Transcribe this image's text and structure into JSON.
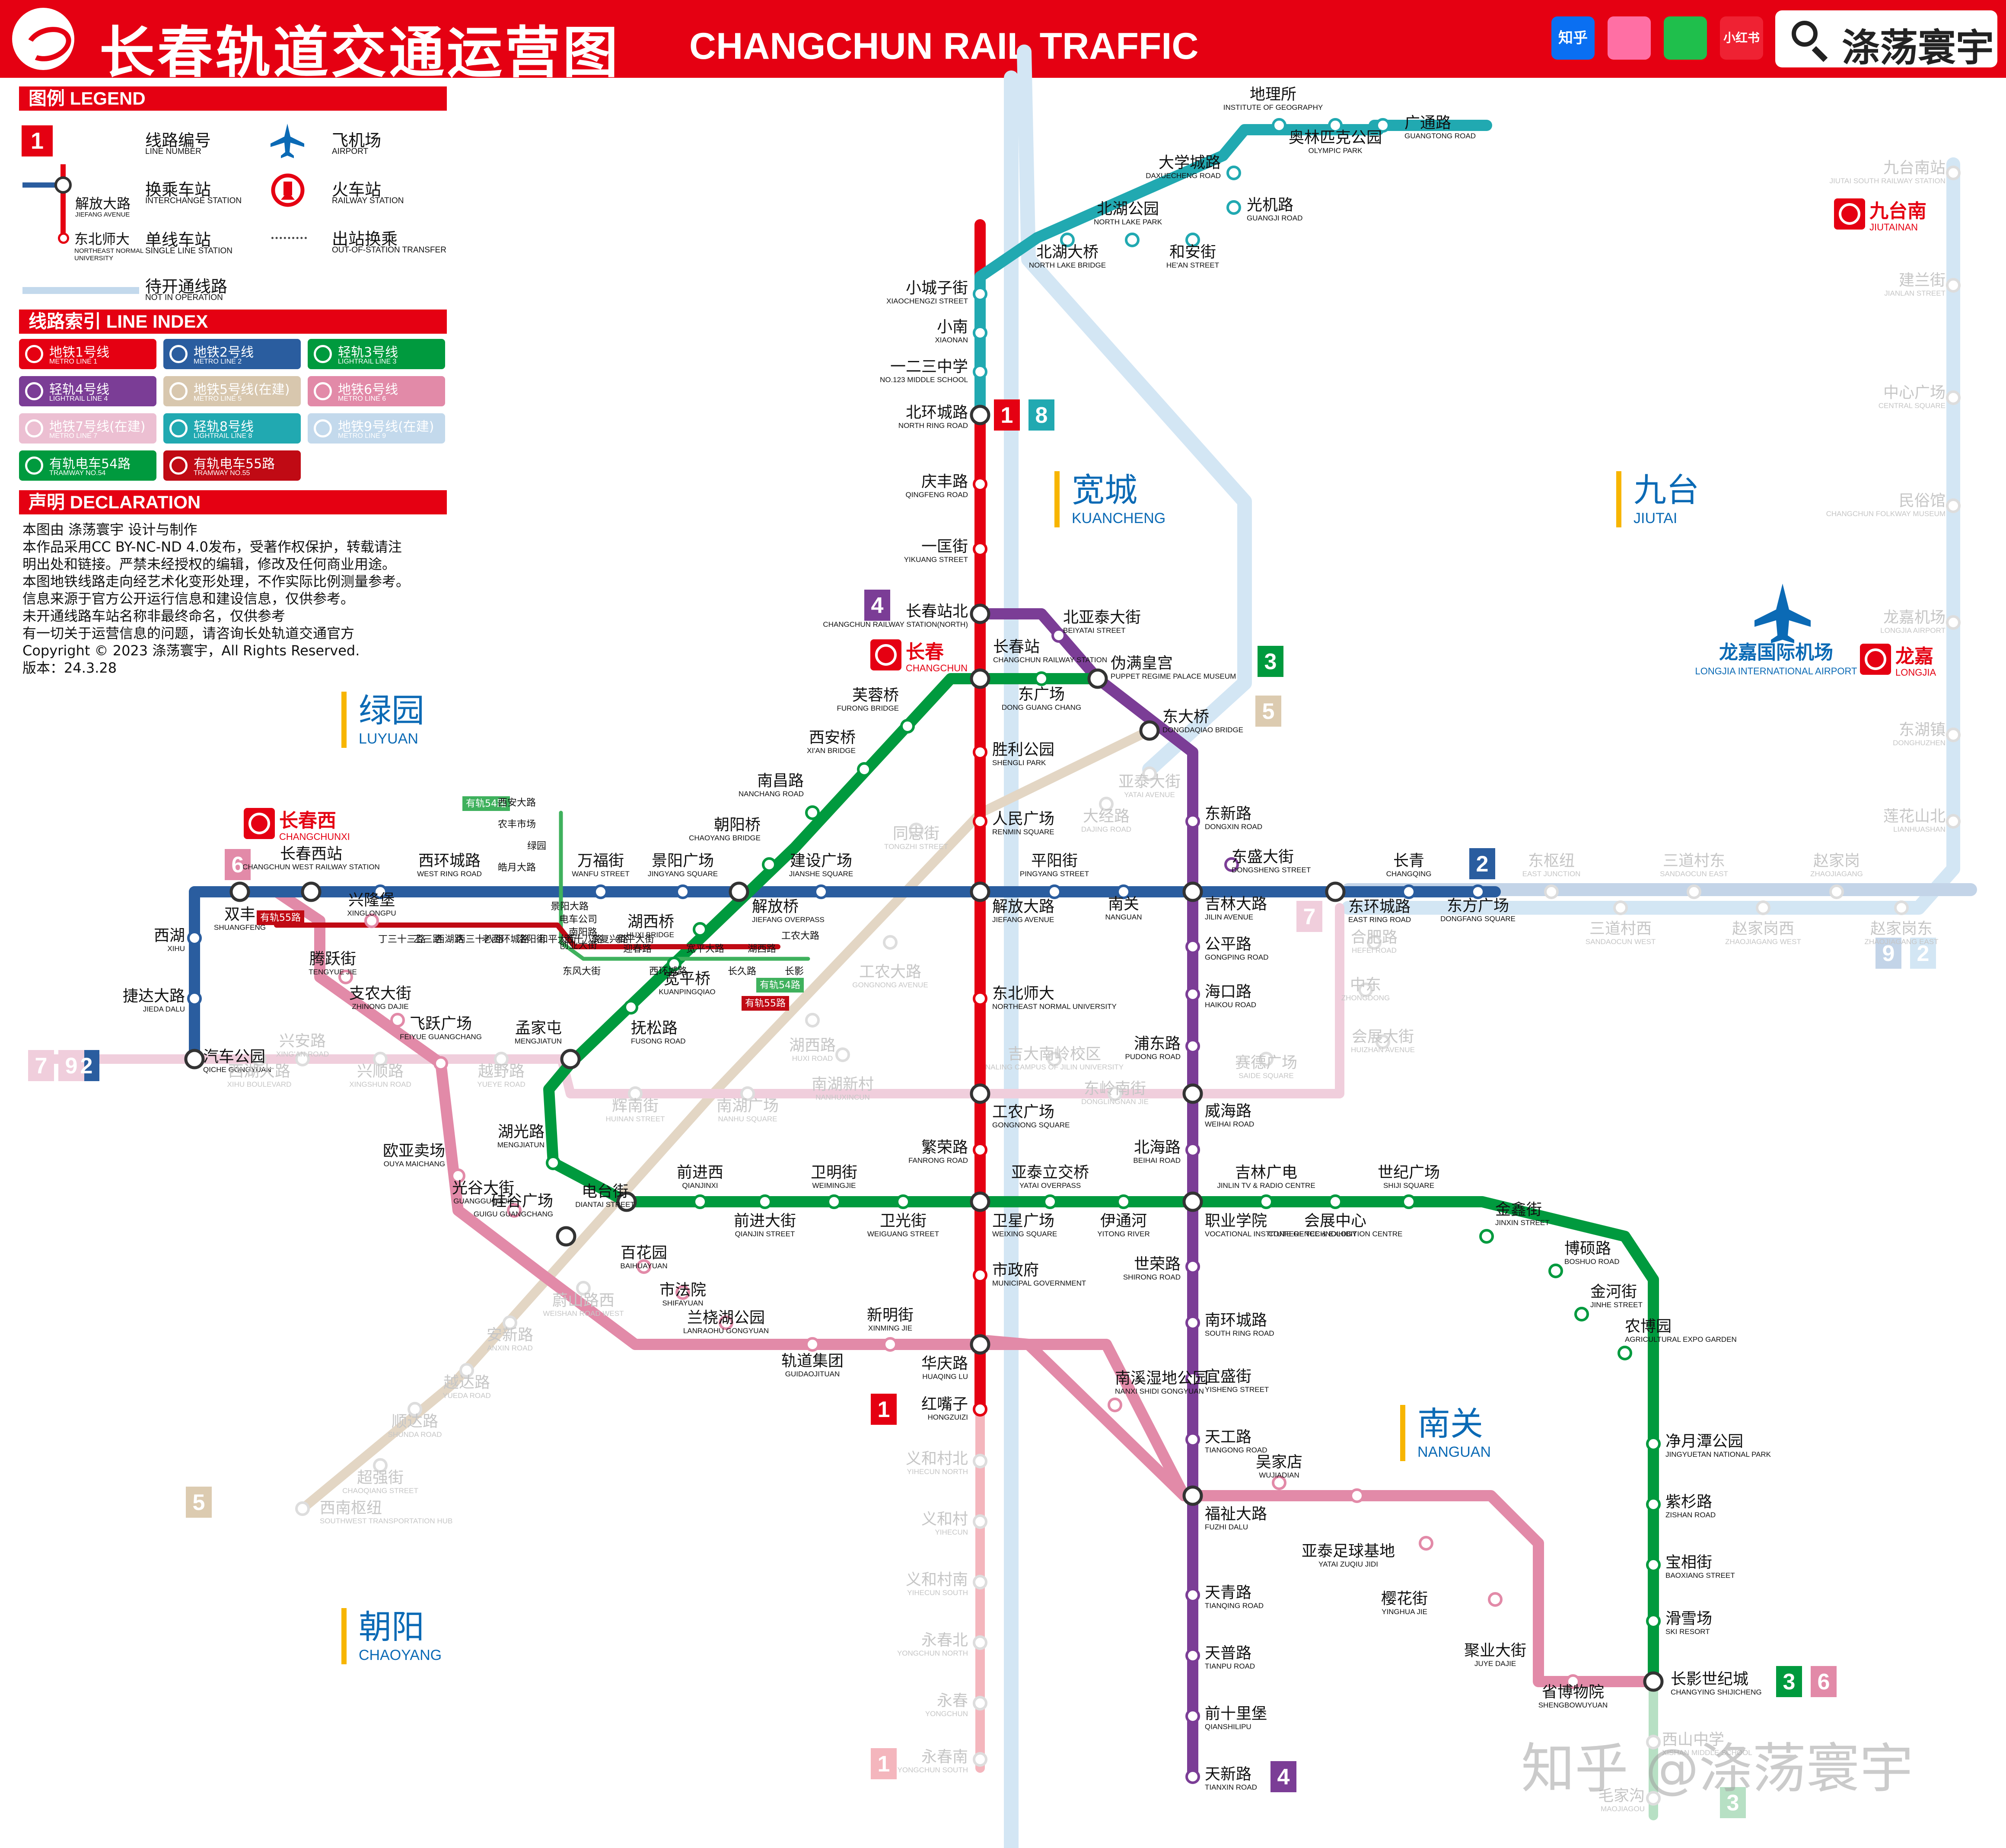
{
  "header": {
    "title_cn": "长春轨道交通运营图",
    "title_en": "CHANGCHUN RAIL TRAFFIC",
    "social": [
      {
        "label": "知乎",
        "color": "#0a6ff2"
      },
      {
        "label": "",
        "color": "#ff6fa4"
      },
      {
        "label": "",
        "color": "#1fbf4c"
      },
      {
        "label": "小红书",
        "color": "#ef2233"
      }
    ],
    "brand": "涤荡寰宇"
  },
  "legend": {
    "title": "图例 LEGEND",
    "items": {
      "line_number": {
        "cn": "线路编号",
        "en": "LINE NUMBER"
      },
      "interchange": {
        "cn": "换乘车站",
        "en": "INTERCHANGE STATION"
      },
      "interchange_sample": {
        "cn": "解放大路",
        "en": "JIEFANG AVENUE"
      },
      "single": {
        "cn": "单线车站",
        "en": "SINGLE LINE STATION"
      },
      "single_sample": {
        "cn": "东北师大",
        "en": "NORTHEAST NORMAL UNIVERSITY"
      },
      "airport": {
        "cn": "飞机场",
        "en": "AIRPORT"
      },
      "railway": {
        "cn": "火车站",
        "en": "RAILWAY STATION"
      },
      "transfer": {
        "cn": "出站换乘",
        "en": "OUT-OF-STATION TRANSFER"
      },
      "planned": {
        "cn": "待开通线路",
        "en": "NOT IN OPERATION"
      }
    }
  },
  "line_index": {
    "title": "线路索引 LINE INDEX",
    "entries": [
      {
        "cn": "地铁1号线",
        "en": "METRO LINE 1",
        "color": "#e50012"
      },
      {
        "cn": "地铁2号线",
        "en": "METRO LINE 2",
        "color": "#2a5d9f"
      },
      {
        "cn": "轻轨3号线",
        "en": "LIGHTRAIL LINE 3",
        "color": "#009a3e"
      },
      {
        "cn": "轻轨4号线",
        "en": "LIGHTRAIL LINE 4",
        "color": "#7b3d96"
      },
      {
        "cn": "地铁5号线(在建)",
        "en": "METRO LINE 5",
        "color": "#d8c7ae"
      },
      {
        "cn": "地铁6号线",
        "en": "METRO LINE 6",
        "color": "#e28aa8"
      },
      {
        "cn": "地铁7号线(在建)",
        "en": "METRO LINE 7",
        "color": "#ecbfd2"
      },
      {
        "cn": "轻轨8号线",
        "en": "LIGHTRAIL LINE 8",
        "color": "#21a9b1"
      },
      {
        "cn": "地铁9号线(在建)",
        "en": "METRO LINE 9",
        "color": "#c3d9ec"
      },
      {
        "cn": "有轨电车54路",
        "en": "TRAMWAY NO.54",
        "color": "#009a3e"
      },
      {
        "cn": "有轨电车55路",
        "en": "TRAMWAY NO.55",
        "color": "#c00a14"
      }
    ]
  },
  "declaration": {
    "title": "声明 DECLARATION",
    "lines": [
      "本图由 涤荡寰宇 设计与制作",
      "本作品采用CC BY-NC-ND 4.0发布，受著作权保护，转载请注",
      "明出处和链接。严禁未经授权的编辑，修改及任何商业用途。",
      "本图地铁线路走向经艺术化变形处理，不作实际比例测量参考。",
      "信息来源于官方公开运行信息和建设信息，仅供参考。",
      "未开通线路车站名称非最终命名，仅供参考",
      "有一切关于运营信息的问题，请咨询长处轨道交通官方",
      "Copyright © 2023 涤荡寰宇，All Rights Reserved.",
      "版本：24.3.28"
    ]
  },
  "colors": {
    "line1": "#e50012",
    "line1_planned": "#f4b6bd",
    "line2": "#2a5d9f",
    "line2_planned": "#c3d4e8",
    "line3": "#009a3e",
    "line3_planned": "#b7e0c4",
    "line4": "#7b3d96",
    "line5": "#e3d6c4",
    "line6": "#e28aa8",
    "line7": "#f0cedc",
    "line8": "#21a9b1",
    "line9": "#d3e6f4",
    "tram54": "#3fb15d",
    "tram55": "#c00a14",
    "district": "#0b6ab5",
    "district_bar": "#f7b500"
  },
  "districts": [
    {
      "cn": "宽城",
      "en": "KUANCHENG"
    },
    {
      "cn": "九台",
      "en": "JIUTAI"
    },
    {
      "cn": "绿园",
      "en": "LUYUAN"
    },
    {
      "cn": "南关",
      "en": "NANGUAN"
    },
    {
      "cn": "朝阳",
      "en": "CHAOYANG"
    }
  ],
  "airport": {
    "cn": "龙嘉国际机场",
    "en": "LONGJIA INTERNATIONAL AIRPORT"
  },
  "railway_stations": [
    {
      "cn": "长春",
      "en": "CHANGCHUN"
    },
    {
      "cn": "长春西",
      "en": "CHANGCHUNXI"
    },
    {
      "cn": "九台南",
      "en": "JIUTAINAN"
    },
    {
      "cn": "龙嘉",
      "en": "LONGJIA"
    }
  ],
  "line_badges": [
    "1",
    "8",
    "4",
    "3",
    "5",
    "2",
    "6",
    "7",
    "2",
    "9",
    "2",
    "9",
    "5",
    "1",
    "3",
    "6",
    "4",
    "1",
    "3",
    "7"
  ],
  "trams": {
    "t54": "有轨54路",
    "t55": "有轨55路"
  },
  "stations": {
    "l8_1": {
      "cn": "地理所",
      "en": "INSTITUTE OF GEOGRAPHY"
    },
    "l8_2": {
      "cn": "奥林匹克公园",
      "en": "OLYMPIC PARK"
    },
    "l8_3": {
      "cn": "广通路",
      "en": "GUANGTONG ROAD"
    },
    "l8_4": {
      "cn": "大学城路",
      "en": "DAXUECHENG ROAD"
    },
    "l8_5": {
      "cn": "光机路",
      "en": "GUANGJI ROAD"
    },
    "l8_6": {
      "cn": "北湖公园",
      "en": "NORTH LAKE PARK"
    },
    "l8_7": {
      "cn": "北湖大桥",
      "en": "NORTH LAKE BRIDGE"
    },
    "l8_8": {
      "cn": "和安街",
      "en": "HE'AN STREET"
    },
    "l8_9": {
      "cn": "小城子街",
      "en": "XIAOCHENGZI STREET"
    },
    "l8_10": {
      "cn": "小南",
      "en": "XIAONAN"
    },
    "l8_11": {
      "cn": "一二三中学",
      "en": "NO.123 MIDDLE SCHOOL"
    },
    "l1_1": {
      "cn": "北环城路",
      "en": "NORTH RING ROAD"
    },
    "l1_2": {
      "cn": "庆丰路",
      "en": "QINGFENG ROAD"
    },
    "l1_3": {
      "cn": "一匡街",
      "en": "YIKUANG STREET"
    },
    "l1_4": {
      "cn": "长春站北",
      "en": "CHANGCHUN RAILWAY STATION(NORTH)"
    },
    "l1_5": {
      "cn": "长春站",
      "en": "CHANGCHUN RAILWAY STATION"
    },
    "l1_6": {
      "cn": "胜利公园",
      "en": "SHENGLI PARK"
    },
    "l1_7": {
      "cn": "人民广场",
      "en": "RENMIN SQUARE"
    },
    "l1_8": {
      "cn": "解放大路",
      "en": "JIEFANG AVENUE"
    },
    "l1_9": {
      "cn": "东北师大",
      "en": "NORTHEAST NORMAL UNIVERSITY"
    },
    "l1_10": {
      "cn": "工农广场",
      "en": "GONGNONG SQUARE"
    },
    "l1_11": {
      "cn": "繁荣路",
      "en": "FANRONG ROAD"
    },
    "l1_12": {
      "cn": "卫星广场",
      "en": "WEIXING SQUARE"
    },
    "l1_13": {
      "cn": "市政府",
      "en": "MUNICIPAL GOVERNMENT"
    },
    "l1_14": {
      "cn": "华庆路",
      "en": "HUAQING LU"
    },
    "l1_15": {
      "cn": "红嘴子",
      "en": "HONGZUIZI"
    },
    "l4_1": {
      "cn": "北亚泰大街",
      "en": "BEIYATAI STREET"
    },
    "l4_2": {
      "cn": "伪满皇宫",
      "en": "PUPPET REGIME PALACE MUSEUM"
    },
    "l4_3": {
      "cn": "东大桥",
      "en": "DONGDAQIAO BRIDGE"
    },
    "l4_4": {
      "cn": "东新路",
      "en": "DONGXIN ROAD"
    },
    "l4_5": {
      "cn": "东盛大街",
      "en": "DONGSHENG STREET"
    },
    "l4_6": {
      "cn": "吉林大路",
      "en": "JILIN AVENUE"
    },
    "l4_7": {
      "cn": "公平路",
      "en": "GONGPING ROAD"
    },
    "l4_8": {
      "cn": "海口路",
      "en": "HAIKOU ROAD"
    },
    "l4_9": {
      "cn": "浦东路",
      "en": "PUDONG ROAD"
    },
    "l4_10": {
      "cn": "威海路",
      "en": "WEIHAI ROAD"
    },
    "l4_11": {
      "cn": "北海路",
      "en": "BEIHAI ROAD"
    },
    "l4_12": {
      "cn": "职业学院",
      "en": "VOCATIONAL INSTITUTE OF TECHNOLOGY"
    },
    "l4_13": {
      "cn": "世荣路",
      "en": "SHIRONG ROAD"
    },
    "l4_14": {
      "cn": "南环城路",
      "en": "SOUTH RING ROAD"
    },
    "l4_15": {
      "cn": "宜盛街",
      "en": "YISHENG STREET"
    },
    "l4_16": {
      "cn": "天工路",
      "en": "TIANGONG ROAD"
    },
    "l4_17": {
      "cn": "福祉大路",
      "en": "FUZHI DALU"
    },
    "l4_18": {
      "cn": "天青路",
      "en": "TIANQING ROAD"
    },
    "l4_19": {
      "cn": "天普路",
      "en": "TIANPU ROAD"
    },
    "l4_20": {
      "cn": "前十里堡",
      "en": "QIANSHILIPU"
    },
    "l4_21": {
      "cn": "天新路",
      "en": "TIANXIN ROAD"
    },
    "l2_1": {
      "cn": "长春西站",
      "en": "CHANGCHUN WEST RAILWAY STATION"
    },
    "l2_2": {
      "cn": "西环城路",
      "en": "WEST RING ROAD"
    },
    "l2_3": {
      "cn": "万福街",
      "en": "WANFU STREET"
    },
    "l2_4": {
      "cn": "景阳广场",
      "en": "JINGYANG SQUARE"
    },
    "l2_5": {
      "cn": "建设广场",
      "en": "JIANSHE SQUARE"
    },
    "l2_6": {
      "cn": "平阳街",
      "en": "PINGYANG STREET"
    },
    "l2_7": {
      "cn": "南关",
      "en": "NANGUAN"
    },
    "l2_8": {
      "cn": "长青",
      "en": "CHANGQING"
    },
    "l2_9": {
      "cn": "东环城路",
      "en": "EAST RING ROAD"
    },
    "l2_10": {
      "cn": "东方广场",
      "en": "DONGFANG SQUARE"
    },
    "l2_11": {
      "cn": "双丰",
      "en": "SHUANGFENG"
    },
    "l2_12": {
      "cn": "西湖",
      "en": "XIHU"
    },
    "l2_13": {
      "cn": "捷达大路",
      "en": "JIEDA DALU"
    },
    "l2_14": {
      "cn": "汽车公园",
      "en": "QICHE GONGYUAN"
    },
    "l3_1": {
      "cn": "芙蓉桥",
      "en": "FURONG BRIDGE"
    },
    "l3_2": {
      "cn": "东广场",
      "en": "DONG GUANG CHANG"
    },
    "l3_3": {
      "cn": "西安桥",
      "en": "XI'AN BRIDGE"
    },
    "l3_4": {
      "cn": "南昌路",
      "en": "NANCHANG ROAD"
    },
    "l3_5": {
      "cn": "朝阳桥",
      "en": "CHAOYANG BRIDGE"
    },
    "l3_6": {
      "cn": "解放桥",
      "en": "JIEFANG OVERPASS"
    },
    "l3_7": {
      "cn": "湖西桥",
      "en": "HUXI BRIDGE"
    },
    "l3_8": {
      "cn": "宽平桥",
      "en": "KUANPINGQIAO"
    },
    "l3_9": {
      "cn": "抚松路",
      "en": "FUSONG ROAD"
    },
    "l3_10": {
      "cn": "孟家屯",
      "en": "MENGJIATUN"
    },
    "l3_11": {
      "cn": "湖光路",
      "en": "MENGJIATUN"
    },
    "l3_12": {
      "cn": "电台街",
      "en": "DIANTAI STREET"
    },
    "l3_13": {
      "cn": "前进西",
      "en": "QIANJINXI"
    },
    "l3_14": {
      "cn": "卫明街",
      "en": "WEIMINGJIE"
    },
    "l3_15": {
      "cn": "前进大街",
      "en": "QIANJIN STREET"
    },
    "l3_16": {
      "cn": "卫光街",
      "en": "WEIGUANG STREET"
    },
    "l3_17": {
      "cn": "亚泰立交桥",
      "en": "YATAI OVERPASS"
    },
    "l3_18": {
      "cn": "伊通河",
      "en": "YITONG RIVER"
    },
    "l3_19": {
      "cn": "吉林广电",
      "en": "JINLIN TV & RADIO CENTRE"
    },
    "l3_20": {
      "cn": "会展中心",
      "en": "CONFERENCE & EXHIBITION CENTRE"
    },
    "l3_21": {
      "cn": "世纪广场",
      "en": "SHIJI SQUARE"
    },
    "l3_22": {
      "cn": "金鑫街",
      "en": "JINXIN STREET"
    },
    "l3_23": {
      "cn": "博硕路",
      "en": "BOSHUO ROAD"
    },
    "l3_24": {
      "cn": "金河街",
      "en": "JINHE STREET"
    },
    "l3_25": {
      "cn": "农博园",
      "en": "AGRICULTURAL EXPO GARDEN"
    },
    "l3_26": {
      "cn": "净月潭公园",
      "en": "JINGYUETAN NATIONAL PARK"
    },
    "l3_27": {
      "cn": "紫杉路",
      "en": "ZISHAN ROAD"
    },
    "l3_28": {
      "cn": "宝相街",
      "en": "BAOXIANG STREET"
    },
    "l3_29": {
      "cn": "滑雪场",
      "en": "SKI RESORT"
    },
    "l3_30": {
      "cn": "长影世纪城",
      "en": "CHANGYING SHIJICHENG"
    },
    "l6_1": {
      "cn": "兴隆堡",
      "en": "XINGLONGPU"
    },
    "l6_2": {
      "cn": "腾跃街",
      "en": "TENGYUE JIE"
    },
    "l6_3": {
      "cn": "支农大街",
      "en": "ZHINONG DAJIE"
    },
    "l6_4": {
      "cn": "飞跃广场",
      "en": "FEIYUE GUANGCHANG"
    },
    "l6_5": {
      "cn": "欧亚卖场",
      "en": "OUYA MAICHANG"
    },
    "l6_6": {
      "cn": "光谷大街",
      "en": "GUANGGU DAJIE"
    },
    "l6_7": {
      "cn": "硅谷广场",
      "en": "GUIGU GUANGCHANG"
    },
    "l6_8": {
      "cn": "百花园",
      "en": "BAIHUAYUAN"
    },
    "l6_9": {
      "cn": "市法院",
      "en": "SHIFAYUAN"
    },
    "l6_10": {
      "cn": "兰桡湖公园",
      "en": "LANRAOHU GONGYUAN"
    },
    "l6_11": {
      "cn": "轨道集团",
      "en": "GUIDAOJITUAN"
    },
    "l6_12": {
      "cn": "新明街",
      "en": "XINMING JIE"
    },
    "l6_13": {
      "cn": "南溪湿地公园",
      "en": "NANXI SHIDI GONGYUAN"
    },
    "l6_14": {
      "cn": "吴家店",
      "en": "WUJIADIAN"
    },
    "l6_15": {
      "cn": "亚泰足球基地",
      "en": "YATAI ZUQIU JIDI"
    },
    "l6_16": {
      "cn": "樱花街",
      "en": "YINGHUA JIE"
    },
    "l6_17": {
      "cn": "聚业大街",
      "en": "JUYE DAJIE"
    },
    "l6_18": {
      "cn": "省博物院",
      "en": "SHENGBOWUYUAN"
    },
    "p9_1": {
      "cn": "九台南站",
      "en": "JIUTAI SOUTH RAILWAY STATION"
    },
    "p9_2": {
      "cn": "建兰街",
      "en": "JIANLAN STREET"
    },
    "p9_3": {
      "cn": "中心广场",
      "en": "CENTRAL SQUARE"
    },
    "p9_4": {
      "cn": "民俗馆",
      "en": "CHANGCHUN FOLKWAY MUSEUM"
    },
    "p9_5": {
      "cn": "龙嘉机场",
      "en": "LONGJIA AIRPORT"
    },
    "p9_6": {
      "cn": "东湖镇",
      "en": "DONGHUZHEN"
    },
    "p9_7": {
      "cn": "莲花山北",
      "en": "LIANHUASHAN"
    },
    "p2_1": {
      "cn": "东枢纽",
      "en": "EAST JUNCTION"
    },
    "p2_2": {
      "cn": "三道村东",
      "en": "SANDAOCUN EAST"
    },
    "p2_3": {
      "cn": "赵家岗",
      "en": "ZHAOJIAGANG"
    },
    "p2_4": {
      "cn": "三道村西",
      "en": "SANDAOCUN WEST"
    },
    "p2_5": {
      "cn": "赵家岗西",
      "en": "ZHAOJIAGANG WEST"
    },
    "p2_6": {
      "cn": "赵家岗东",
      "en": "ZHAOJIAGANG EAST"
    },
    "p5_1": {
      "cn": "亚泰大街",
      "en": "YATAI AVENUE"
    },
    "p5_2": {
      "cn": "大经路",
      "en": "DAJING ROAD"
    },
    "p5_3": {
      "cn": "同志街",
      "en": "TONGZHI STREET"
    },
    "p5_4": {
      "cn": "工农大路",
      "en": "GONGNONG AVENUE"
    },
    "p5_5": {
      "cn": "湖西路",
      "en": "HUXI ROAD"
    },
    "p5_6": {
      "cn": "南湖新村",
      "en": "NANHUXINCUN"
    },
    "p5_7": {
      "cn": "蔚山路西",
      "en": "WEISHAN ROAD WEST"
    },
    "p5_8": {
      "cn": "安新路",
      "en": "ANXIN ROAD"
    },
    "p5_9": {
      "cn": "越达路",
      "en": "YUEDA ROAD"
    },
    "p5_10": {
      "cn": "顺达路",
      "en": "SHUNDA ROAD"
    },
    "p5_11": {
      "cn": "超强街",
      "en": "CHAOQIANG STREET"
    },
    "p5_12": {
      "cn": "西南枢纽",
      "en": "SOUTHWEST TRANSPORTATION HUB"
    },
    "p7_1": {
      "cn": "兴安路",
      "en": "XING'AN ROAD"
    },
    "p7_2": {
      "cn": "西湖大路",
      "en": "XIHU BOULEVARD"
    },
    "p7_3": {
      "cn": "兴顺路",
      "en": "XINGSHUN ROAD"
    },
    "p7_4": {
      "cn": "越野路",
      "en": "YUEYE ROAD"
    },
    "p7_5": {
      "cn": "辉南街",
      "en": "HUINAN STREET"
    },
    "p7_6": {
      "cn": "南湖广场",
      "en": "NANHU SQUARE"
    },
    "p7_7": {
      "cn": "吉大南岭校区",
      "en": "NALING CAMPUS OF JILIN UNIVERSITY"
    },
    "p7_8": {
      "cn": "东岭南街",
      "en": "DONGLINGNAN JIE"
    },
    "p7_9": {
      "cn": "赛德广场",
      "en": "SAIDE SQUARE"
    },
    "p7_10": {
      "cn": "会展大街",
      "en": "HUIZHAN AVENUE"
    },
    "p7_11": {
      "cn": "中东",
      "en": "ZHONGDONG"
    },
    "p7_12": {
      "cn": "合肥路",
      "en": "HEFEI ROAD"
    },
    "p1_1": {
      "cn": "义和村北",
      "en": "YIHECUN NORTH"
    },
    "p1_2": {
      "cn": "义和村",
      "en": "YIHECUN"
    },
    "p1_3": {
      "cn": "义和村南",
      "en": "YIHECUN SOUTH"
    },
    "p1_4": {
      "cn": "永春北",
      "en": "YONGCHUN NORTH"
    },
    "p1_5": {
      "cn": "永春",
      "en": "YONGCHUN"
    },
    "p1_6": {
      "cn": "永春南",
      "en": "YONGCHUN SOUTH"
    },
    "p3_1": {
      "cn": "西山中学",
      "en": "XISHAN MIDDLE SCHOOL"
    },
    "p3_2": {
      "cn": "毛家沟",
      "en": "MAOJIAGOU"
    }
  },
  "tram_stops": [
    "西安大路",
    "农丰市场",
    "绿园",
    "皓月大路",
    "景阳大路",
    "电车公司",
    "南阳路",
    "创业大街",
    "迎春路",
    "宽平大路",
    "湖西路",
    "工农大路",
    "东风大街",
    "西环城路",
    "长久路",
    "长影",
    "丁三十三路",
    "乙三路",
    "西湖路",
    "丙三十八路",
    "老西环城路",
    "洛阳街",
    "和平大街",
    "西十八路",
    "东复兴路",
    "和平大街"
  ],
  "watermark": "知乎 @涤荡寰宇"
}
